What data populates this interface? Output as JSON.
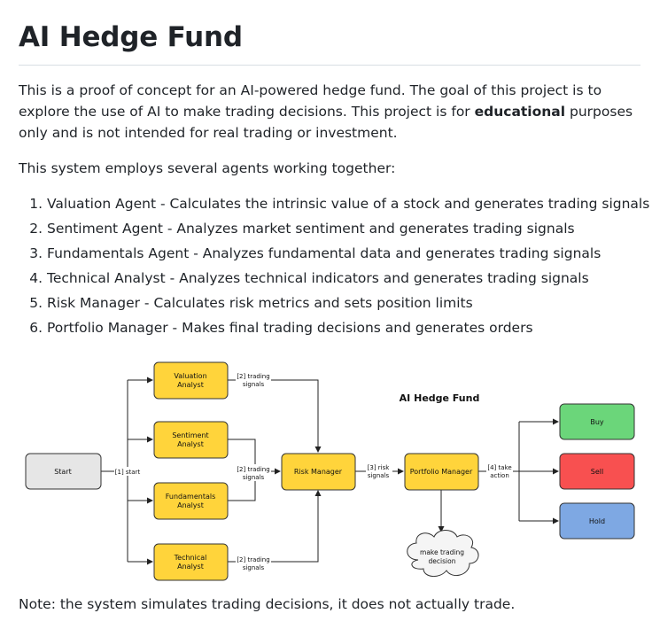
{
  "title": "AI Hedge Fund",
  "intro": {
    "before": "This is a proof of concept for an AI-powered hedge fund. The goal of this project is to explore the use of AI to make trading decisions. This project is for ",
    "bold": "educational",
    "after": " purposes only and is not intended for real trading or investment."
  },
  "agents_intro": "This system employs several agents working together:",
  "agents": [
    "Valuation Agent - Calculates the intrinsic value of a stock and generates trading signals",
    "Sentiment Agent - Analyzes market sentiment and generates trading signals",
    "Fundamentals Agent - Analyzes fundamental data and generates trading signals",
    "Technical Analyst - Analyzes technical indicators and generates trading signals",
    "Risk Manager - Calculates risk metrics and sets position limits",
    "Portfolio Manager - Makes final trading decisions and generates orders"
  ],
  "diagram": {
    "title": "AI Hedge Fund",
    "start": "Start",
    "start_edge": "[1] start",
    "analysts": {
      "valuation": [
        "Valuation",
        "Analyst"
      ],
      "sentiment": [
        "Sentiment",
        "Analyst"
      ],
      "fundamentals": [
        "Fundamentals",
        "Analyst"
      ],
      "technical": [
        "Technical",
        "Analyst"
      ]
    },
    "signal_edge": [
      "[2] trading",
      "signals"
    ],
    "risk_manager": "Risk Manager",
    "risk_edge": [
      "[3] risk",
      "signals"
    ],
    "portfolio_manager": "Portfolio Manager",
    "action_edge": [
      "[4] take",
      "action"
    ],
    "decision_cloud": [
      "make trading",
      "decision"
    ],
    "actions": {
      "buy": "Buy",
      "sell": "Sell",
      "hold": "Hold"
    },
    "colors": {
      "start": "#e6e6e6",
      "agent": "#ffd43b",
      "buy": "#6bd67a",
      "sell": "#f85050",
      "hold": "#7ea8e3",
      "cloud": "#f5f5f5"
    }
  },
  "note": "Note: the system simulates trading decisions, it does not actually trade."
}
